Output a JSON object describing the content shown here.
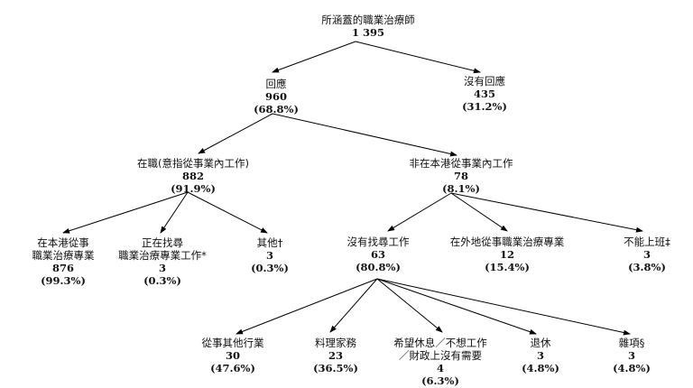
{
  "tree": {
    "root": {
      "label": "所涵蓋的職業治療師",
      "count": "1 395"
    },
    "responded": {
      "label": "回應",
      "count": "960",
      "pct": "(68.8%)"
    },
    "no_response": {
      "label": "沒有回應",
      "count": "435",
      "pct": "(31.2%)"
    },
    "employed": {
      "label": "在職(意指從事業內工作)",
      "count": "882",
      "pct": "(91.9%)"
    },
    "not_in_hk": {
      "label": "非在本港從事業內工作",
      "count": "78",
      "pct": "(8.1%)"
    },
    "hk_practicing": {
      "label_line1": "在本港從事",
      "label_line2": "職業治療專業",
      "count": "876",
      "pct": "(99.3%)"
    },
    "seeking": {
      "label_line1": "正在找尋",
      "label_line2": "職業治療專業工作*",
      "count": "3",
      "pct": "(0.3%)"
    },
    "others": {
      "label": "其他†",
      "count": "3",
      "pct": "(0.3%)"
    },
    "not_seeking": {
      "label": "沒有找尋工作",
      "count": "63",
      "pct": "(80.8%)"
    },
    "abroad": {
      "label": "在外地從事職業治療專業",
      "count": "12",
      "pct": "(15.4%)"
    },
    "unable": {
      "label": "不能上班‡",
      "count": "3",
      "pct": "(3.8%)"
    },
    "other_industry": {
      "label": "從事其他行業",
      "count": "30",
      "pct": "(47.6%)"
    },
    "household": {
      "label": "料理家務",
      "count": "23",
      "pct": "(36.5%)"
    },
    "rest": {
      "label_line1": "希望休息／不想工作",
      "label_line2": "／財政上沒有需要",
      "count": "4",
      "pct": "(6.3%)"
    },
    "retired": {
      "label": "退休",
      "count": "3",
      "pct": "(4.8%)"
    },
    "misc": {
      "label": "雜項§",
      "count": "3",
      "pct": "(4.8%)"
    }
  }
}
